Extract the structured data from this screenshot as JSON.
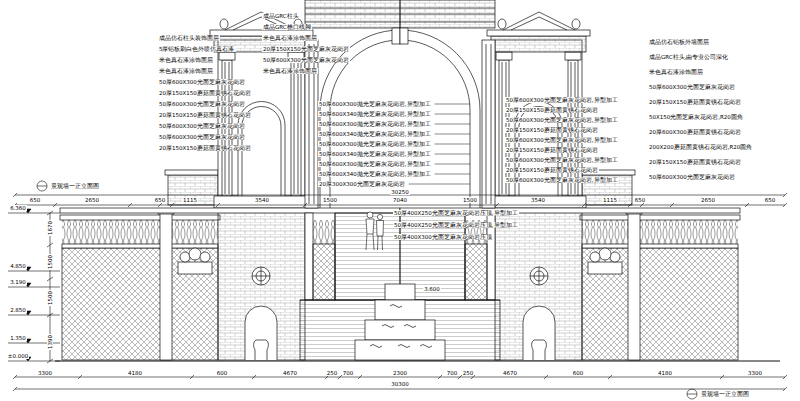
{
  "diagram": {
    "labels": [
      "景观墙一正立面图",
      "成品仿石柱头装饰面层",
      "5厚铝板刷白色外喷仿真石漆",
      "米色真石漆涂饰面层",
      "米色真石漆涂饰面层",
      "50厚600X300光面芝麻灰花岗岩",
      "20厚150X150蘑菇面黄锈石花岗岩",
      "50厚600X300光面芝麻灰花岗岩",
      "20厚150X150蘑菇面黄锈石花岗岩",
      "50厚600X300光面芝麻灰花岗岩",
      "50厚600X300光面芝麻灰花岗岩",
      "20厚150X150蘑菇面黄锈石花岗岩",
      "成品GRC柱头",
      "成品GRC檐口线脚",
      "米色真石漆涂饰面层",
      "20厚150X150光面芝麻灰花岗岩",
      "50厚600X300光面芝麻灰花岗岩",
      "米色真石漆涂饰面层",
      "50厚600X300抛光芝麻灰花岗岩,异型加工",
      "50厚600X340抛光芝麻灰花岗岩,异型加工",
      "50厚600X300抛光芝麻灰花岗岩,异型加工",
      "50厚600X340抛光芝麻灰花岗岩,异型加工",
      "50厚600X300抛光芝麻灰花岗岩,异型加工",
      "50厚600X340抛光芝麻灰花岗岩,异型加工",
      "50厚600X300抛光芝麻灰花岗岩,异型加工",
      "50厚600X340抛光芝麻灰花岗岩,异型加工",
      "20厚300X300光面芝麻灰花岗岩",
      "50厚600X300光面芝麻灰花岗岩,异型加工",
      "20厚150X150蘑菇面黄锈石花岗岩",
      "50厚600X300光面芝麻灰花岗岩,异型加工",
      "20厚150X150蘑菇面黄锈石花岗岩",
      "50厚600X300光面芝麻灰花岗岩,异型加工",
      "20厚150X150蘑菇面黄锈石花岗岩",
      "50厚600X300光面芝麻灰花岗岩,异型加工",
      "20厚150X150蘑菇面黄锈石花岗岩",
      "50厚600X300光面芝麻灰花岗岩,异型加工",
      "成品仿石铝板外墙面层",
      "成品GRC柱头,由专业公司深化",
      "米色真石漆涂饰面层",
      "50厚600X300光面芝麻灰花岗岩",
      "20厚150X150蘑菇面黄锈石花岗岩",
      "50X150光面芝麻灰花岗岩,R20圆角",
      "20厚600X300蘑菇面黄锈石花岗岩",
      "200X200蘑菇面黄锈石花岗岩,R20圆角",
      "20厚150X150蘑菇面黄锈石花岗岩",
      "50厚600X300光面芝麻灰花岗岩",
      "50厚400X250光面芝麻灰花岗岩压顶,异型加工",
      "50厚400X250光面芝麻灰花岗岩压顶,异型加工",
      "50厚400X300光面芝麻灰花岗岩压顶",
      "30250",
      "650",
      "2650",
      "650",
      "1115",
      "3540",
      "1500",
      "7040",
      "1500",
      "3540",
      "1115",
      "650",
      "2650",
      "650",
      "6.360",
      "4.850",
      "3.190",
      "2.850",
      "1.350",
      "±0.000",
      "1670",
      "1500",
      "1500",
      "1390",
      "3.600",
      "3300",
      "4180",
      "600",
      "4670",
      "250",
      "700",
      "2300",
      "700",
      "250",
      "4670",
      "600",
      "4180",
      "3300",
      "30300",
      "景观墙一正立面图"
    ]
  }
}
